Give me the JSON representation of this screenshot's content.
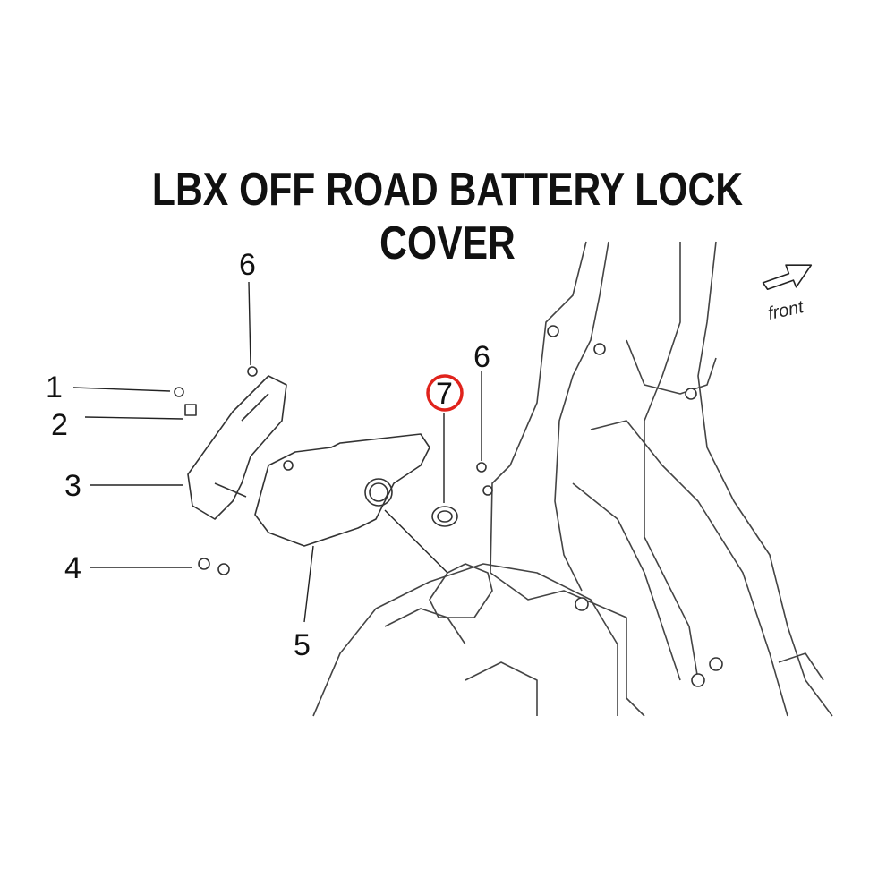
{
  "title": "LBX OFF ROAD BATTERY LOCK COVER",
  "callouts": [
    {
      "id": "1",
      "label": "1"
    },
    {
      "id": "2",
      "label": "2"
    },
    {
      "id": "3",
      "label": "3"
    },
    {
      "id": "4",
      "label": "4"
    },
    {
      "id": "5",
      "label": "5"
    },
    {
      "id": "6a",
      "label": "6"
    },
    {
      "id": "6b",
      "label": "6"
    },
    {
      "id": "7",
      "label": "7"
    }
  ],
  "direction_label": "front",
  "highlight_color": "#e0231c"
}
